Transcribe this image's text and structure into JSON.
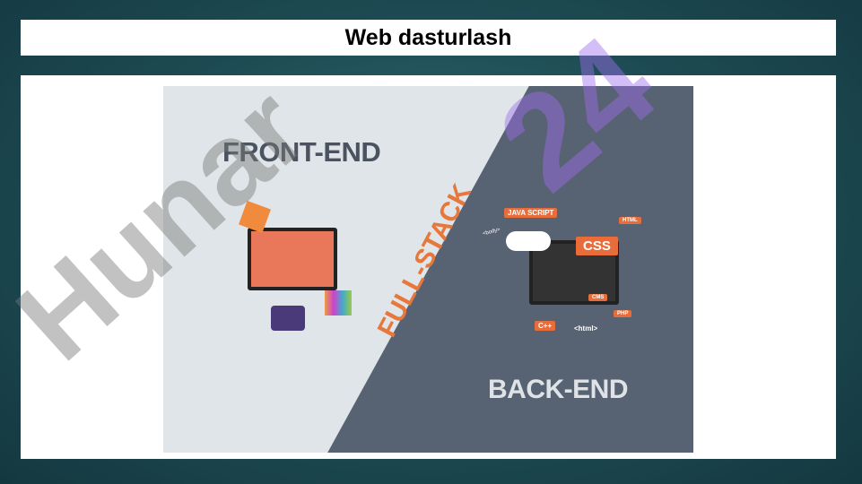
{
  "slide": {
    "title": "Web dasturlash"
  },
  "image": {
    "front_end_label": "FRONT-END",
    "back_end_label": "BACK-END",
    "full_stack_label": "FULL-STACK",
    "tags": {
      "javascript": "JAVA SCRIPT",
      "css": "CSS",
      "cpp": "C++",
      "html": "<html>",
      "php": "PHP",
      "body": "<body>",
      "html_small": "HTML",
      "cms": "CMS"
    },
    "watermark": "Hunar 24"
  },
  "colors": {
    "accent": "#e86d3a",
    "dark_side": "#576272",
    "light_side": "#dfe5e8",
    "watermark_purple": "#b48cf0"
  }
}
